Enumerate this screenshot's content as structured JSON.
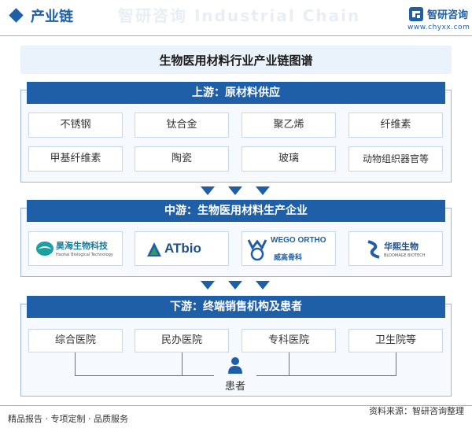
{
  "header": {
    "section_title": "产业链",
    "brand_name": "智研咨询",
    "brand_url": "www.chyxx.com",
    "watermark": "智研咨询 Industrial Chain"
  },
  "diagram": {
    "title": "生物医用材料行业产业链图谱",
    "upstream": {
      "label": "上游：原材料供应",
      "items": [
        "不锈钢",
        "钛合金",
        "聚乙烯",
        "纤维素",
        "甲基纤维素",
        "陶瓷",
        "玻璃",
        "动物组织器官等"
      ]
    },
    "midstream": {
      "label": "中游：生物医用材料生产企业",
      "companies": [
        {
          "name": "昊海生物科技",
          "sub": "Haohai Biological Technology"
        },
        {
          "name": "ATbio"
        },
        {
          "name": "WEGO ORTHO",
          "sub": "威高骨科"
        },
        {
          "name": "华熙生物",
          "sub": "BLOOMAGE BIOTECH"
        }
      ]
    },
    "downstream": {
      "label": "下游：终端销售机构及患者",
      "items": [
        "综合医院",
        "民办医院",
        "专科医院",
        "卫生院等"
      ],
      "end_node": "患者"
    }
  },
  "footer": {
    "left": "精品报告 · 专项定制 · 品质服务",
    "right": "资料来源：智研咨询整理"
  },
  "colors": {
    "primary": "#1f5fa8",
    "light_bg": "#eaf2fb",
    "border": "#9db8dc",
    "teal": "#1aa0a0",
    "green": "#2e9c5a"
  }
}
